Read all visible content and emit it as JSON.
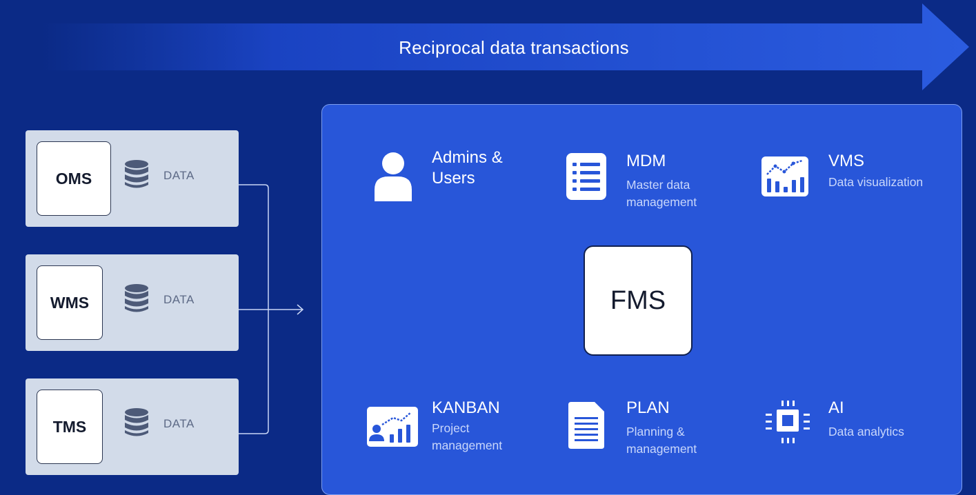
{
  "banner": {
    "label": "Reciprocal data transactions"
  },
  "sources": [
    {
      "name": "OMS",
      "data_label": "DATA"
    },
    {
      "name": "WMS",
      "data_label": "DATA"
    },
    {
      "name": "TMS",
      "data_label": "DATA"
    }
  ],
  "hub": {
    "label": "FMS"
  },
  "modules": {
    "admins": {
      "title": "Admins & Users",
      "icon": "user-icon"
    },
    "mdm": {
      "title": "MDM",
      "subtitle": "Master data management",
      "icon": "list-icon"
    },
    "vms": {
      "title": "VMS",
      "subtitle": "Data visualization",
      "icon": "chart-icon"
    },
    "kanban": {
      "title": "KANBAN",
      "subtitle": "Project management",
      "icon": "team-chart-icon"
    },
    "plan": {
      "title": "PLAN",
      "subtitle": "Planning & management",
      "icon": "document-icon"
    },
    "ai": {
      "title": "AI",
      "subtitle": "Data analytics",
      "icon": "chip-icon"
    }
  },
  "colors": {
    "background": "#0b2a86",
    "panel": "#2856d9",
    "source_card": "#d2dbe9",
    "banner_start": "#0d2e8c",
    "banner_end": "#2b5ce0"
  }
}
